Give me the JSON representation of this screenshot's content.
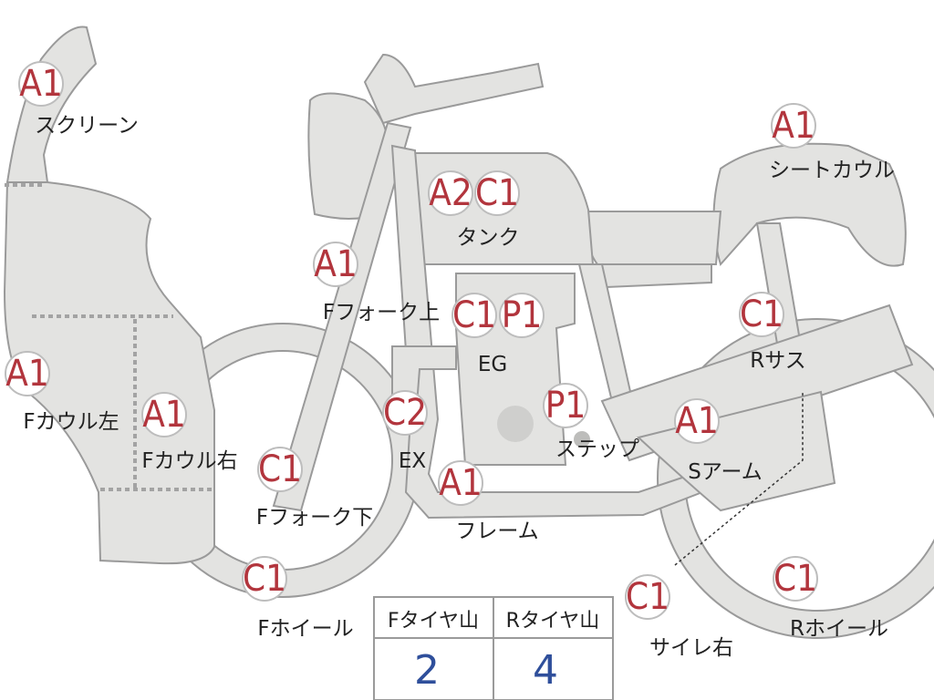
{
  "parts": [
    {
      "id": "screen",
      "codes": [
        "A1"
      ],
      "label": "スクリーン"
    },
    {
      "id": "tank",
      "codes": [
        "A2",
        "C1"
      ],
      "label": "タンク"
    },
    {
      "id": "seat-cowl",
      "codes": [
        "A1"
      ],
      "label": "シートカウル"
    },
    {
      "id": "f-fork-upper",
      "codes": [
        "A1"
      ],
      "label": "Fフォーク上"
    },
    {
      "id": "eg",
      "codes": [
        "C1",
        "P1"
      ],
      "label": "EG"
    },
    {
      "id": "r-sus",
      "codes": [
        "C1"
      ],
      "label": "Rサス"
    },
    {
      "id": "f-cowl-left",
      "codes": [
        "A1"
      ],
      "label": "Fカウル左"
    },
    {
      "id": "f-cowl-right",
      "codes": [
        "A1"
      ],
      "label": "Fカウル右"
    },
    {
      "id": "ex",
      "codes": [
        "C2"
      ],
      "label": "EX"
    },
    {
      "id": "step",
      "codes": [
        "P1"
      ],
      "label": "ステップ"
    },
    {
      "id": "s-arm",
      "codes": [
        "A1"
      ],
      "label": "Sアーム"
    },
    {
      "id": "f-fork-lower",
      "codes": [
        "C1"
      ],
      "label": "Fフォーク下"
    },
    {
      "id": "frame",
      "codes": [
        "A1"
      ],
      "label": "フレーム"
    },
    {
      "id": "f-wheel",
      "codes": [
        "C1"
      ],
      "label": "Fホイール"
    },
    {
      "id": "muffler-right",
      "codes": [
        "C1"
      ],
      "label": "サイレ右"
    },
    {
      "id": "r-wheel",
      "codes": [
        "C1"
      ],
      "label": "Rホイール"
    }
  ],
  "tire_table": {
    "headers": [
      "Fタイヤ山",
      "Rタイヤ山"
    ],
    "values": [
      "2",
      "4"
    ]
  },
  "colors": {
    "code": "#b2353d",
    "table_value": "#2f4f9b",
    "part_fill": "#e3e3e1",
    "part_outline": "#9a9a9a"
  }
}
